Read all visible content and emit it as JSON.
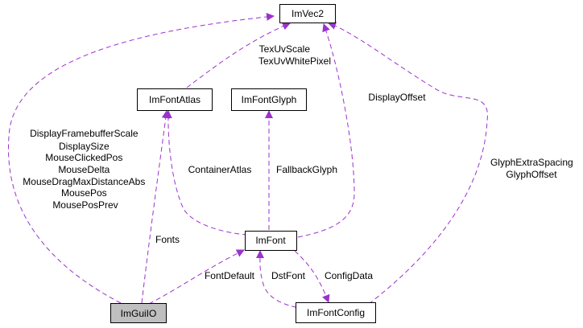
{
  "diagram": {
    "edge_color": "#9a32cd",
    "nodes": {
      "imvec2": "ImVec2",
      "imfontatlas": "ImFontAtlas",
      "imfontglyph": "ImFontGlyph",
      "imfont": "ImFont",
      "imguiio": "ImGuiIO",
      "imfontconfig": "ImFontConfig"
    },
    "edges": {
      "io_to_vec2": [
        "DisplayFramebufferScale",
        "DisplaySize",
        "MouseClickedPos",
        "MouseDelta",
        "MouseDragMaxDistanceAbs",
        "MousePos",
        "MousePosPrev"
      ],
      "atlas_to_vec2": [
        "TexUvScale",
        "TexUvWhitePixel"
      ],
      "font_to_vec2": [
        "DisplayOffset"
      ],
      "config_to_vec2": [
        "GlyphExtraSpacing",
        "GlyphOffset"
      ],
      "font_to_atlas": [
        "ContainerAtlas"
      ],
      "font_to_glyph": [
        "FallbackGlyph"
      ],
      "io_to_atlas": [
        "Fonts"
      ],
      "io_to_font": [
        "FontDefault"
      ],
      "config_to_font": [
        "DstFont"
      ],
      "font_to_config": [
        "ConfigData"
      ]
    }
  }
}
